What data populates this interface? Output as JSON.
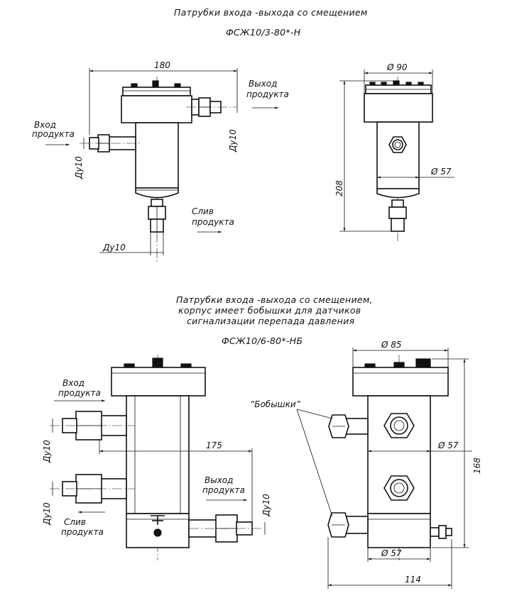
{
  "top": {
    "title": "Патрубки входа -выхода со смещением",
    "model": "ФСЖ10/3-80*-Н",
    "labels": {
      "inlet_1": "Вход",
      "inlet_2": "продукта",
      "outlet_1": "Выход",
      "outlet_2": "продукта",
      "drain_1": "Слив",
      "drain_2": "продукта"
    },
    "dims": {
      "width": "180",
      "dy_left": "Ду10",
      "dy_right": "Ду10",
      "dy_bottom": "Ду10",
      "phi_top": "Ø 90",
      "phi_body": "Ø 57",
      "height": "208"
    }
  },
  "bottom": {
    "title_1": "Патрубки входа -выхода со смещением,",
    "title_2": "корпус имеет бобышки для датчиков",
    "title_3": "сигнализации перепада давления",
    "model": "ФСЖ10/6-80*-НБ",
    "labels": {
      "inlet_1": "Вход",
      "inlet_2": "продукта",
      "outlet_1": "Выход",
      "outlet_2": "продукта",
      "drain_1": "Слив",
      "drain_2": "продукта",
      "bosses": "“Бобышки”"
    },
    "dims": {
      "width": "175",
      "dy_upper": "Ду10",
      "dy_lower": "Ду10",
      "dy_right": "Ду10",
      "phi_top": "Ø 85",
      "phi_body": "Ø 57",
      "phi_base": "Ø 57",
      "height": "168",
      "base_width": "114"
    }
  }
}
